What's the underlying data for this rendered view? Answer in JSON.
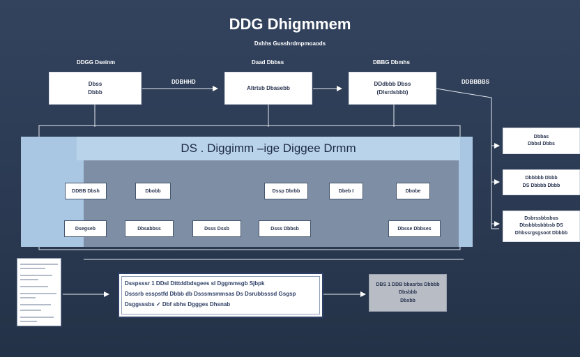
{
  "header": {
    "title": "DDG Dhigmmem",
    "subtitle": "Dxhhs Gusshrdmpmoaods"
  },
  "top_row": {
    "col1": {
      "label": "DDGG Dseinm",
      "box_line1": "Dbss",
      "box_line2": "Dbbb"
    },
    "arrow1_label": "DDBHHD",
    "col2": {
      "label": "Daad Dbbss",
      "box_text": "Altrtsb Dbasebb"
    },
    "col3": {
      "label": "DBBG Dbmhs",
      "box_line1": "DDdbbb Dbss",
      "box_line2": "(Dlsrdsbbb)"
    },
    "right_label": "DDBBBBS"
  },
  "band": {
    "heading": "DS . Diggimm –ige Diggee Drmm",
    "row1": [
      "DDBB Dbsh",
      "Dbobb",
      "Dssp Dbrbb",
      "Dbeb I",
      "Dbobe"
    ],
    "row2": [
      "Dsegseb",
      "Dbsabbss",
      "Dsss Dssb",
      "Dsss Dbbsb",
      "Dbsse Dbbses"
    ]
  },
  "right_boxes": [
    {
      "line1": "Dbbas",
      "line2": "Dbbsl Dbbs"
    },
    {
      "line1": "Dbbbbb Dbbb",
      "line2": "DS Dbbbb Dbbb"
    },
    {
      "line1": "Dsbrssbbsbus",
      "line2": "Dbsbbbsbbbsb DS",
      "line3": "Dhbssrgsgsoot Dbbbb"
    }
  ],
  "note": {
    "line1": "Dsspsssr 1 DDsI Dtttddbdsgees sI Dggmmsgb Sjbpk",
    "line2": "Dsssrb esspstfd Dbbb db Dsssmsmmsas Ds Dsrubbsssd Gsgsp",
    "line3": "Dsggsssbs ✓ Dbf sbhs Dggges Dhsnab"
  },
  "grey_box": {
    "line1": "DBS 1 DDB bbasrbs Dbbbb",
    "line2": "Dbsbbb",
    "line3": "Dbsbb"
  }
}
